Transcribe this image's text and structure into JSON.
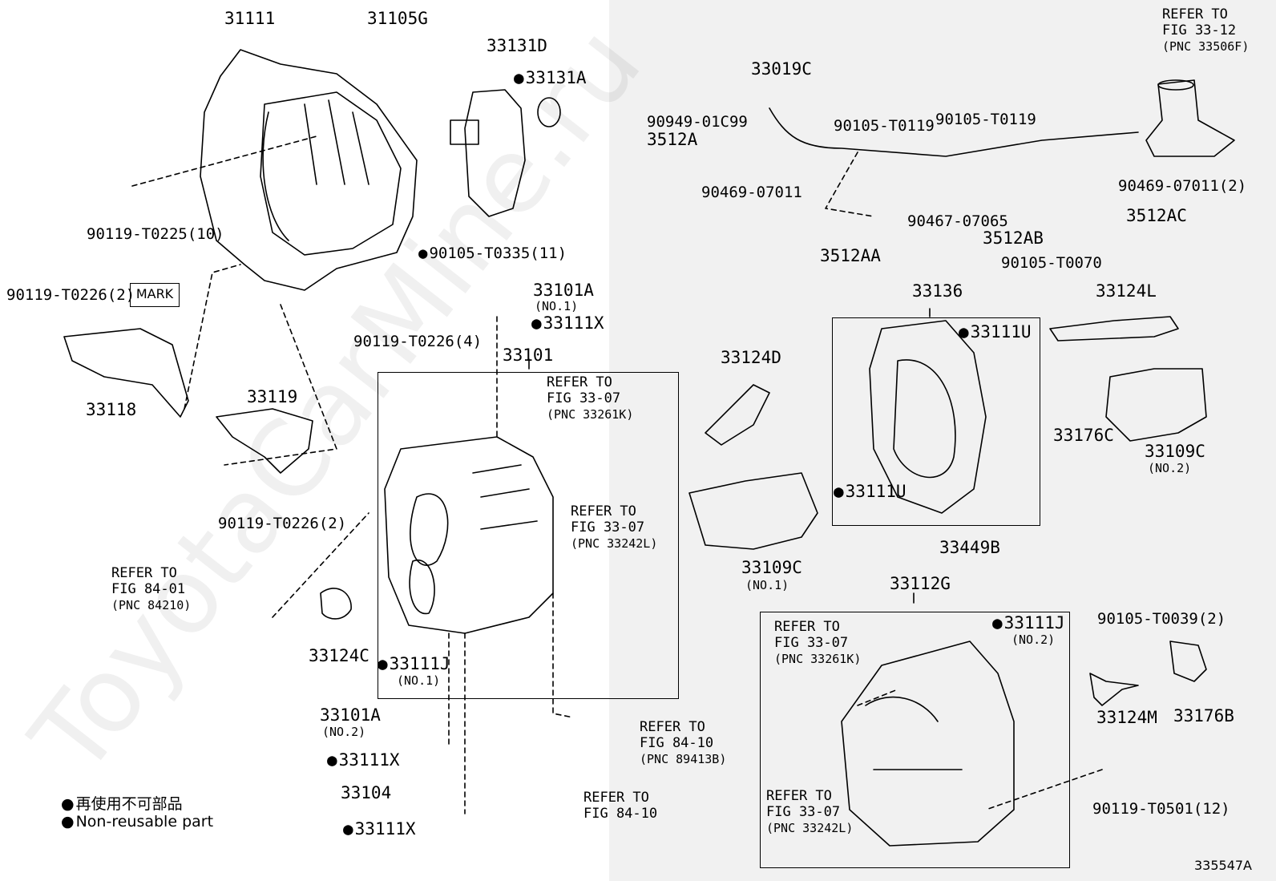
{
  "watermark": "ToyotaCarMine.ru",
  "diagram_code": "335547A",
  "legend": {
    "line_jp": "再使用不可部品",
    "line_en": "Non-reusable part"
  },
  "mark_label": "MARK",
  "parts": {
    "p31111": "31111",
    "p31105G": "31105G",
    "p33131D": "33131D",
    "p33131A": "33131A",
    "p90119_T0225": "90119-T0225(10)",
    "p90105_T0335": "90105-T0335(11)",
    "p90119_T0226_2a": "90119-T0226(2)",
    "p33118": "33118",
    "p90119_T0226_4": "90119-T0226(4)",
    "p33101A_top": "33101A",
    "p33101A_top_sub": "(NO.1)",
    "p33111X_top": "33111X",
    "p33101": "33101",
    "p33119": "33119",
    "p90119_T0226_2b": "90119-T0226(2)",
    "p33124C": "33124C",
    "p33111J_left": "33111J",
    "p33111J_left_sub": "(NO.1)",
    "p33101A_bot": "33101A",
    "p33101A_bot_sub": "(NO.2)",
    "p33111X_mid": "33111X",
    "p33104": "33104",
    "p33111X_bot": "33111X",
    "p33019C": "33019C",
    "p90949_01C99": "90949-01C99",
    "p3512A": "3512A",
    "p90105_T0119a": "90105-T0119",
    "p90105_T0119b": "90105-T0119",
    "p90469_07011": "90469-07011",
    "p90469_07011_2": "90469-07011(2)",
    "p3512AC": "3512AC",
    "p90467_07065": "90467-07065",
    "p3512AB": "3512AB",
    "p90105_T0070": "90105-T0070",
    "p3512AA": "3512AA",
    "p33136": "33136",
    "p33124L": "33124L",
    "p33111U_top": "33111U",
    "p33111U_bot": "33111U",
    "p33124D": "33124D",
    "p33176C": "33176C",
    "p33109C_no2": "33109C",
    "p33109C_no2_sub": "(NO.2)",
    "p33109C_no1": "33109C",
    "p33109C_no1_sub": "(NO.1)",
    "p33449B": "33449B",
    "p33112G": "33112G",
    "p33111J_right": "33111J",
    "p33111J_right_sub": "(NO.2)",
    "p90105_T0039": "90105-T0039(2)",
    "p33124M": "33124M",
    "p33176B": "33176B",
    "p90119_T0501": "90119-T0501(12)"
  },
  "refs": {
    "r_fig33_12": {
      "l1": "REFER TO",
      "l2": "FIG 33-12",
      "l3": "(PNC 33506F)"
    },
    "r_fig33_07_a": {
      "l1": "REFER TO",
      "l2": "FIG 33-07",
      "l3": "(PNC 33261K)"
    },
    "r_fig33_07_b": {
      "l1": "REFER TO",
      "l2": "FIG 33-07",
      "l3": "(PNC 33242L)"
    },
    "r_fig84_01": {
      "l1": "REFER TO",
      "l2": "FIG 84-01",
      "l3": "(PNC 84210)"
    },
    "r_fig84_10_a": {
      "l1": "REFER TO",
      "l2": "FIG 84-10",
      "l3": "(PNC 89413B)"
    },
    "r_fig84_10_b": {
      "l1": "REFER TO",
      "l2": "FIG 84-10"
    },
    "r_fig33_07_c": {
      "l1": "REFER TO",
      "l2": "FIG 33-07",
      "l3": "(PNC 33261K)"
    },
    "r_fig33_07_d": {
      "l1": "REFER TO",
      "l2": "FIG 33-07",
      "l3": "(PNC 33242L)"
    }
  }
}
